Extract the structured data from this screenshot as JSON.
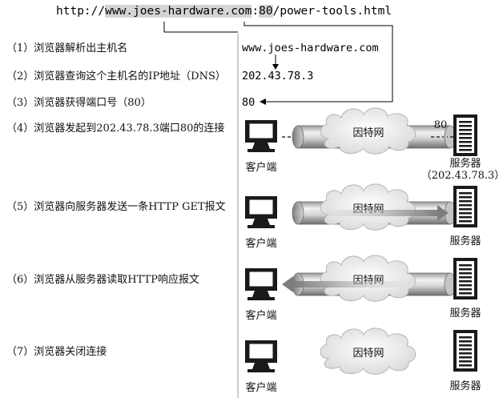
{
  "url": {
    "prefix": "http://",
    "host": "www.joes-hardware.com",
    "port_sep": ":",
    "port": "80",
    "path": "/power-tools.html"
  },
  "steps": [
    "（1）浏览器解析出主机名",
    "（2）浏览器查询这个主机名的IP地址（DNS）",
    "（3）浏览器获得端口号（80）",
    "（4）浏览器发起到202.43.78.3端口80的连接",
    "（5）浏览器向服务器发送一条HTTP GET报文",
    "（6）浏览器从服务器读取HTTP响应报文",
    "（7）浏览器关闭连接"
  ],
  "resolved": {
    "hostname": "www.joes-hardware.com",
    "ip": "202.43.78.3",
    "port": "80"
  },
  "labels": {
    "client": "客户端",
    "server": "服务器",
    "internet": "因特网",
    "server_ip": "（202.43.78.3）",
    "port": "80"
  }
}
